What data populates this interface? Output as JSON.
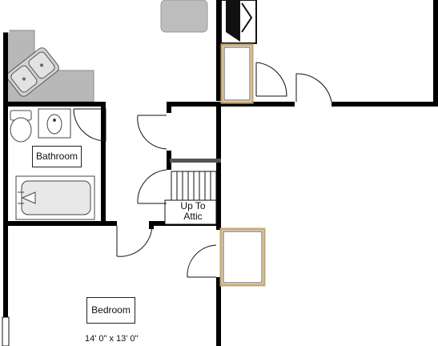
{
  "rooms": {
    "bathroom": {
      "label": "Bathroom"
    },
    "attic_stairs": {
      "label_line1": "Up To",
      "label_line2": "Attic"
    },
    "bedroom": {
      "label": "Bedroom",
      "dimensions": "14' 0\" x 13' 0\""
    }
  },
  "colors": {
    "wall": "#000000",
    "fixture_fill": "#bdbdbd",
    "fixture_stroke": "#555555",
    "door_frame": "#c9a86a"
  }
}
